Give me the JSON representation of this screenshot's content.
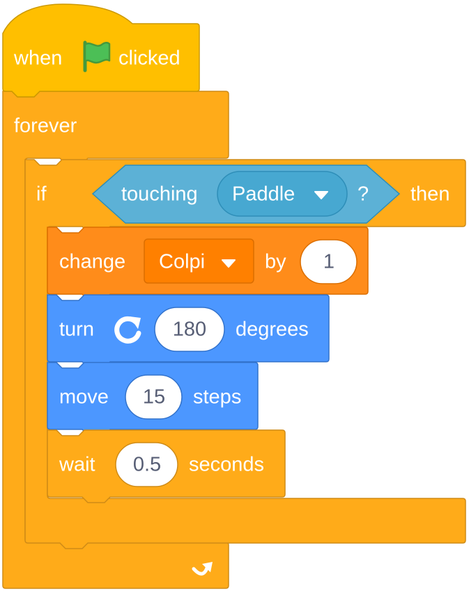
{
  "script": {
    "hat": {
      "when_label": "when",
      "flag_icon": "green-flag-icon",
      "clicked_label": "clicked"
    },
    "forever": {
      "label": "forever",
      "loop_icon": "loop-arrow-icon"
    },
    "if_block": {
      "if_label": "if",
      "then_label": "then",
      "condition": {
        "label": "touching",
        "object": "Paddle",
        "suffix": "?"
      }
    },
    "change_block": {
      "label": "change",
      "variable": "Colpi",
      "by_label": "by",
      "amount": "1"
    },
    "turn_block": {
      "label": "turn",
      "icon": "rotate-right-icon",
      "value": "180",
      "unit_label": "degrees"
    },
    "move_block": {
      "label": "move",
      "value": "15",
      "unit_label": "steps"
    },
    "wait_block": {
      "label": "wait",
      "value": "0.5",
      "unit_label": "seconds"
    }
  },
  "colors": {
    "events": "#ffbf00",
    "events_border": "#cc9900",
    "control": "#ffab19",
    "control_border": "#cf8b17",
    "sensing": "#5cb1d6",
    "sensing_border": "#2e8eb8",
    "sensing_dropdown": "#47a8d1",
    "variables": "#ff8c1a",
    "variables_border": "#db6e00",
    "variables_dropdown": "#ff8000",
    "motion": "#4c97ff",
    "motion_border": "#3373cc",
    "text": "#ffffff",
    "input_text": "#575e75",
    "flag_green": "#4cbf56",
    "flag_border": "#45993d"
  }
}
